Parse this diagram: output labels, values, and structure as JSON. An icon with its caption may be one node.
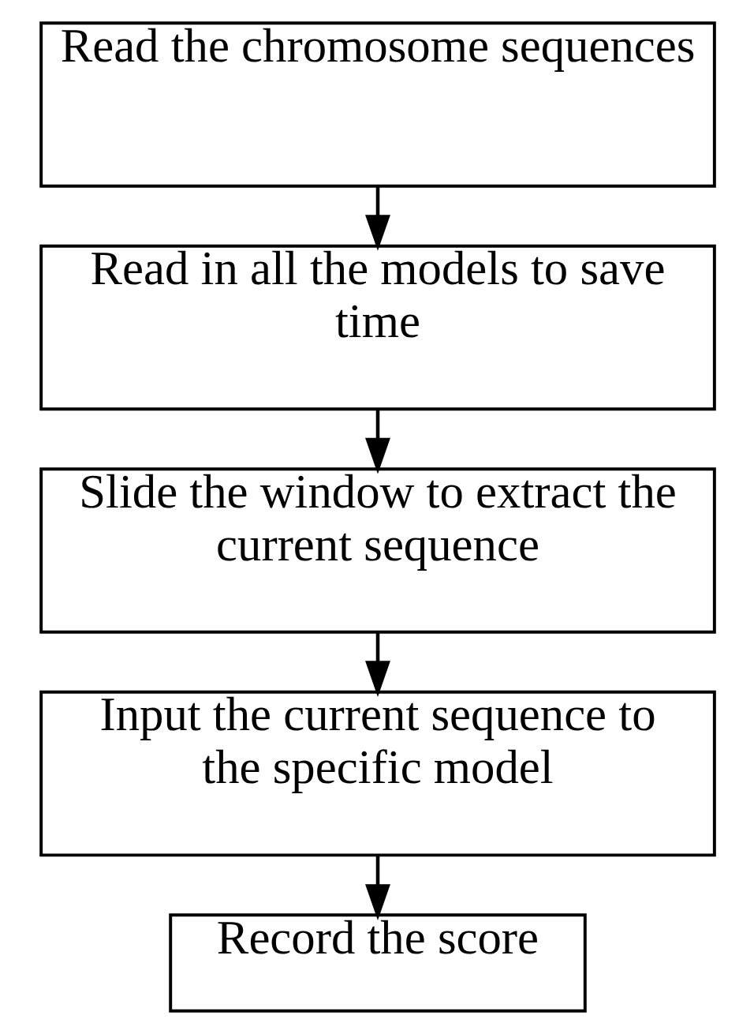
{
  "diagram": {
    "nodes": [
      {
        "text": [
          "Read the chromosome sequences"
        ]
      },
      {
        "text": [
          "Read in all the models to save time"
        ]
      },
      {
        "text": [
          "Slide the window to extract the current sequence"
        ]
      },
      {
        "text": [
          "Input the current sequence to the specific model"
        ]
      },
      {
        "text": [
          "Record the score"
        ]
      }
    ],
    "edges": [
      {
        "from": 0,
        "to": 1,
        "arrow": "to"
      },
      {
        "from": 1,
        "to": 2,
        "arrow": "to"
      },
      {
        "from": 2,
        "to": 3,
        "arrow": "to"
      },
      {
        "from": 3,
        "to": 4,
        "arrow": "to"
      }
    ]
  }
}
